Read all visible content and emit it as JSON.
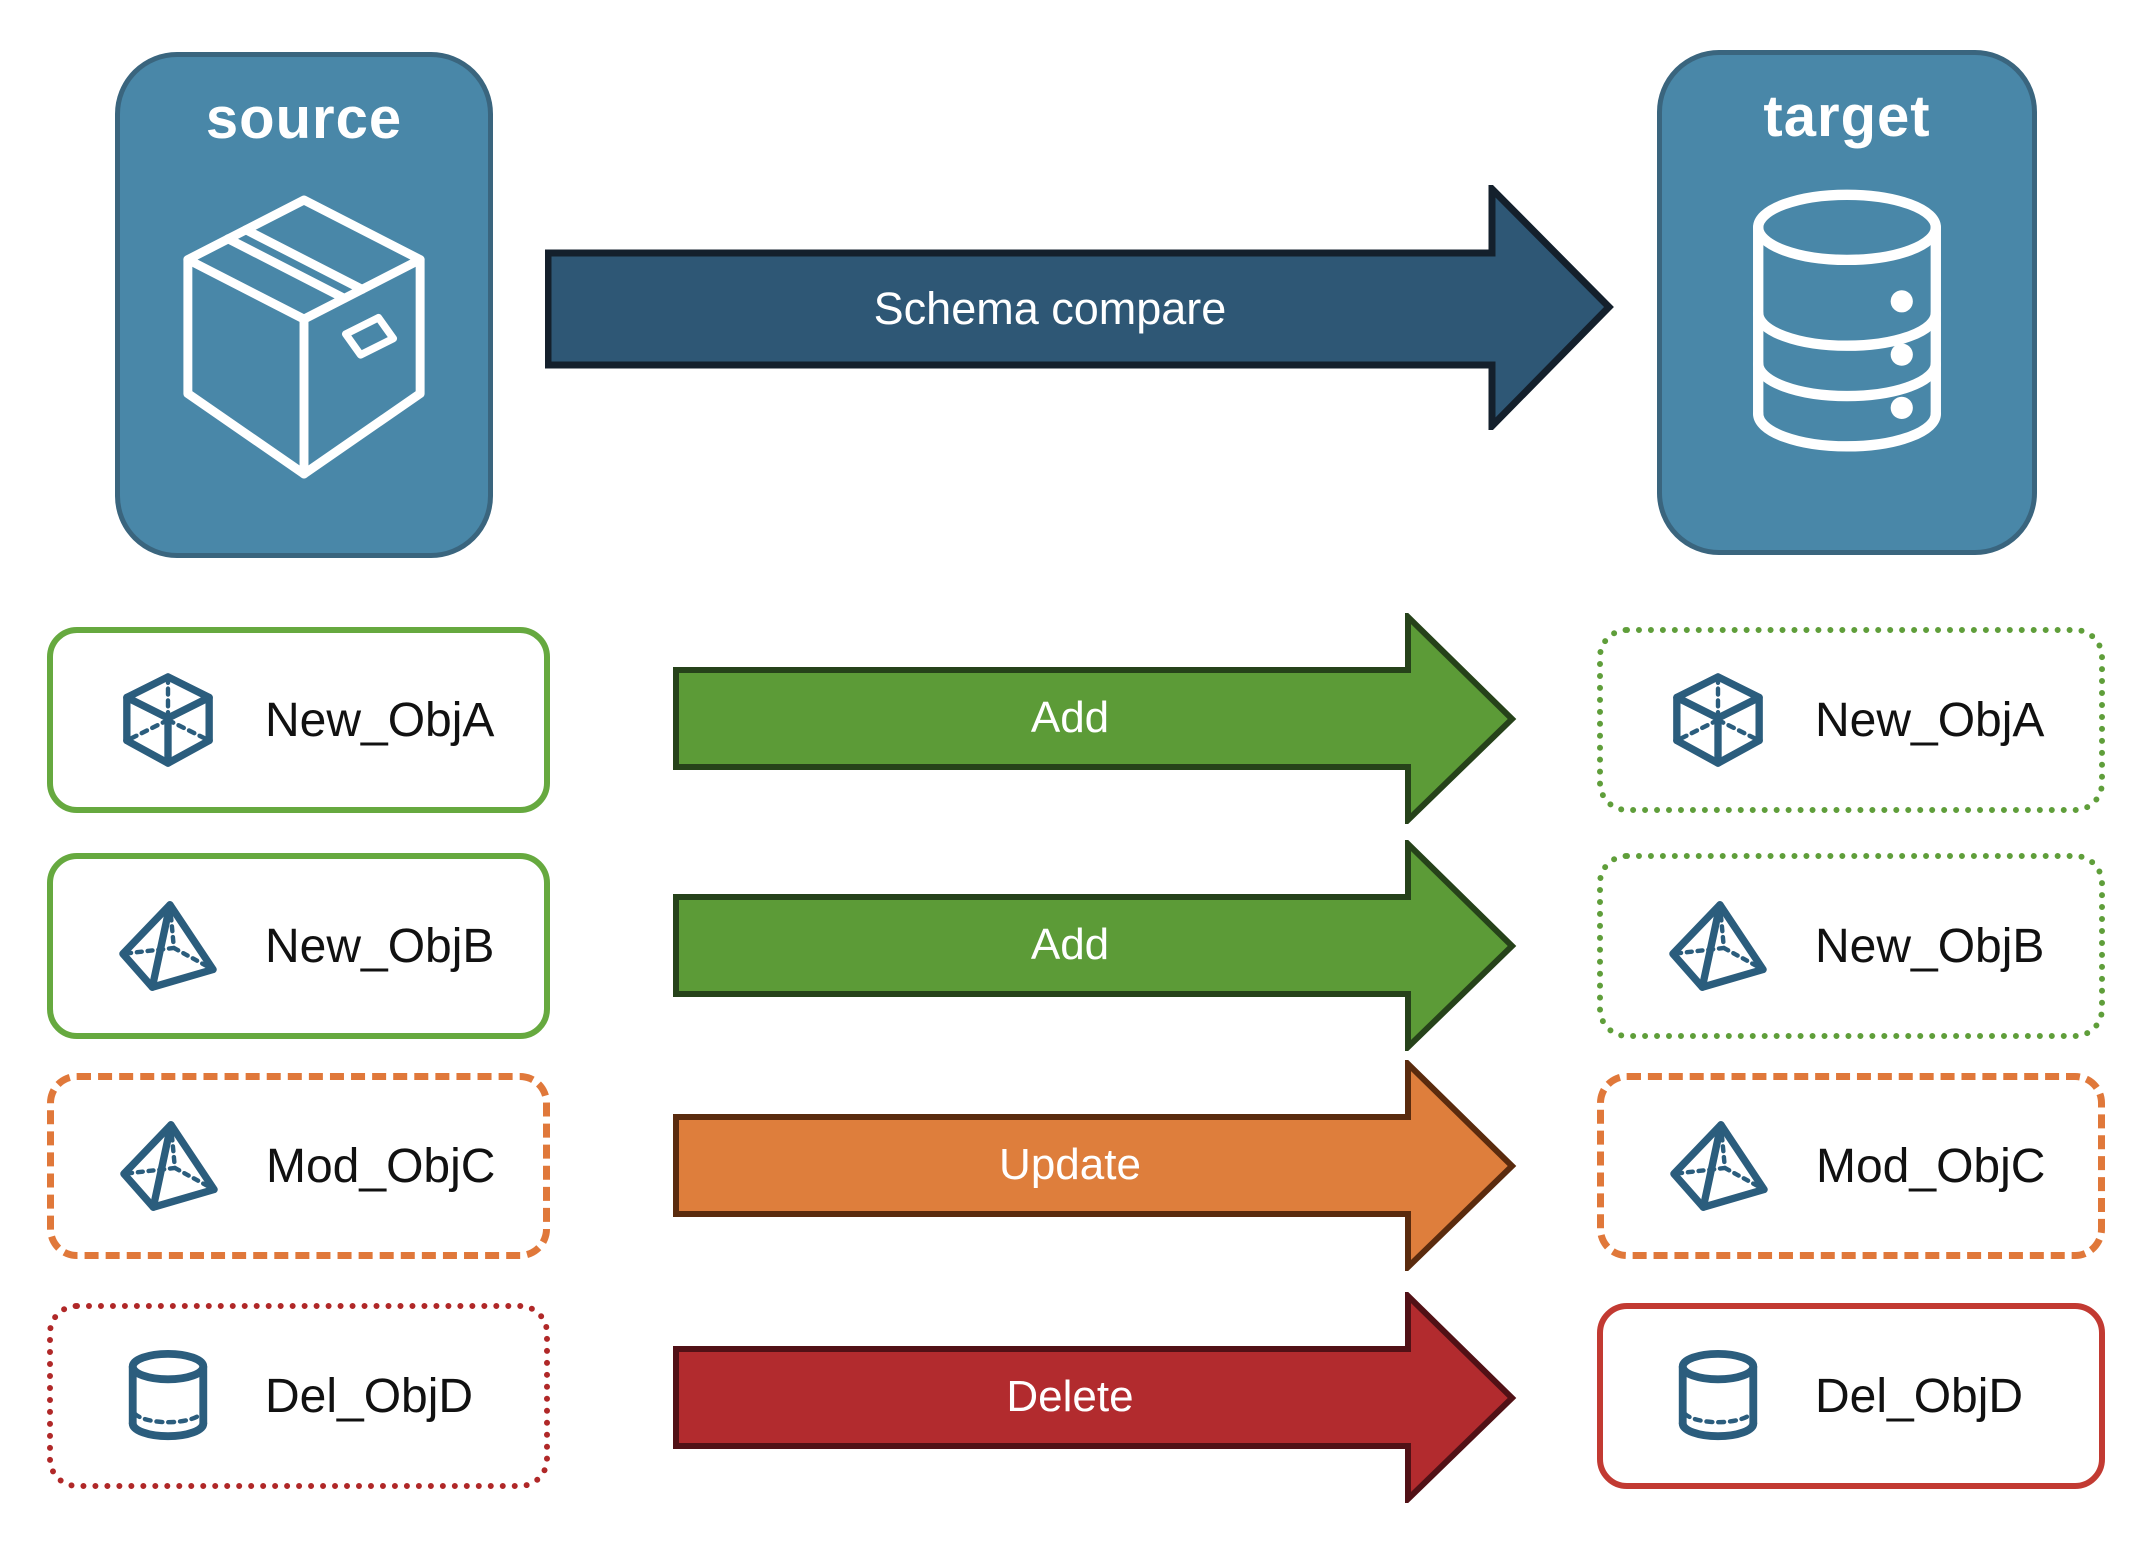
{
  "source": {
    "label": "source",
    "icon": "package-box-icon"
  },
  "target": {
    "label": "target",
    "icon": "database-icon"
  },
  "compare_arrow": {
    "label": "Schema compare"
  },
  "rows": [
    {
      "label": "New_ObjA",
      "action": "Add",
      "icon": "cube-icon"
    },
    {
      "label": "New_ObjB",
      "action": "Add",
      "icon": "pyramid-icon"
    },
    {
      "label": "Mod_ObjC",
      "action": "Update",
      "icon": "pyramid-icon"
    },
    {
      "label": "Del_ObjD",
      "action": "Delete",
      "icon": "cylinder-icon"
    }
  ],
  "colors": {
    "node_fill": "#4987a8",
    "node_border": "#3a657e",
    "compare_arrow_fill": "#2e5775",
    "compare_arrow_border": "#14202c",
    "add_arrow_fill": "#5c9b37",
    "add_arrow_border": "#26421a",
    "add_box_border_solid": "#66a93f",
    "add_box_border_dotted": "#5f9e3a",
    "update_arrow_fill": "#de7e3c",
    "update_arrow_border": "#5a2b0e",
    "update_box_border": "#e0783a",
    "delete_arrow_fill": "#b22b2e",
    "delete_arrow_border": "#511116",
    "delete_box_border_dotted": "#b02828",
    "delete_box_border_solid": "#c23a32",
    "object_icon_stroke": "#2b5d7d",
    "label_text": "#111111",
    "arrow_text": "#ffffff"
  }
}
